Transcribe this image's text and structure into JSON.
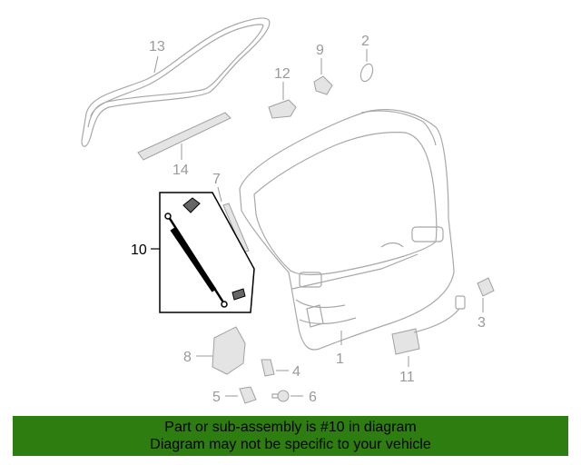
{
  "diagram": {
    "callouts": [
      {
        "id": "1",
        "label": "1"
      },
      {
        "id": "2",
        "label": "2"
      },
      {
        "id": "3",
        "label": "3"
      },
      {
        "id": "4",
        "label": "4"
      },
      {
        "id": "5",
        "label": "5"
      },
      {
        "id": "6",
        "label": "6"
      },
      {
        "id": "7",
        "label": "7"
      },
      {
        "id": "8",
        "label": "8"
      },
      {
        "id": "9",
        "label": "9"
      },
      {
        "id": "10",
        "label": "10"
      },
      {
        "id": "11",
        "label": "11"
      },
      {
        "id": "12",
        "label": "12"
      },
      {
        "id": "13",
        "label": "13"
      },
      {
        "id": "14",
        "label": "14"
      }
    ],
    "highlighted_part": "10",
    "colors": {
      "banner": "#2e7d10",
      "part_stroke": "#a8a8a8",
      "highlight": "#000000"
    }
  },
  "banner": {
    "line1": "Part or sub-assembly is #10 in diagram",
    "line2": "Diagram may not be specific to your vehicle"
  }
}
